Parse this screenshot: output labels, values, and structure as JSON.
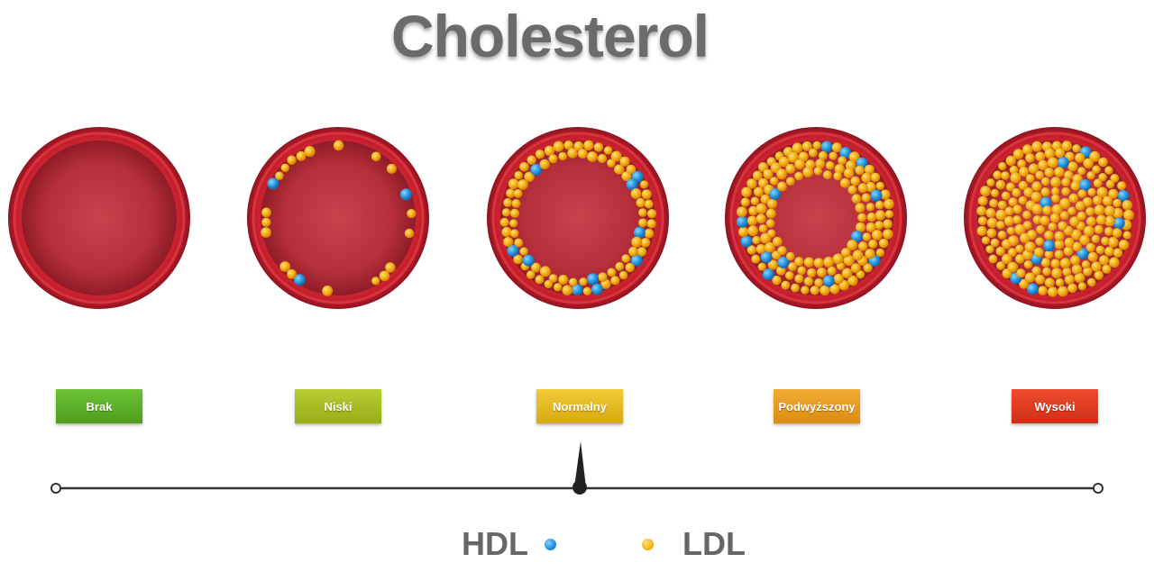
{
  "title": "Cholesterol",
  "levels": [
    "Brak",
    "Niski",
    "Normalny",
    "Podwyższony",
    "Wysoki"
  ],
  "legend": {
    "hdl": "HDL",
    "ldl": "LDL"
  },
  "colors": {
    "vessel_wall": "#c8202c",
    "vessel_inner": "#b32d38",
    "hdl": "#2d9be3",
    "ldl": "#f4b41c",
    "level_brak": "#5aad24",
    "level_niski": "#a8bd22",
    "level_normalny": "#e5bb1e",
    "level_podwyzszony": "#e89a20",
    "level_wysoki": "#e03a20",
    "title": "#6b6b6b"
  },
  "indicator_level": "Normalny"
}
